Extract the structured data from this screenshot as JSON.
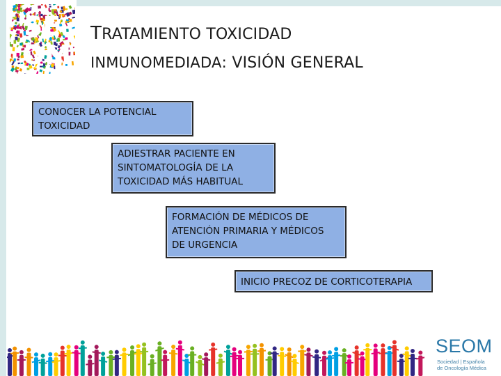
{
  "logo": {
    "text_top": "SE",
    "text_bottom": "OM"
  },
  "title": {
    "line1_initial": "T",
    "line1_rest": "RATAMIENTO TOXICIDAD",
    "line2_a": "INMUNOMEDIADA",
    "line2_b": ": VISIÓN GENERAL"
  },
  "steps": [
    {
      "lines": [
        "CONOCER LA POTENCIAL",
        "TOXICIDAD"
      ]
    },
    {
      "lines": [
        "ADIESTRAR PACIENTE EN",
        "SINTOMATOLOGÍA DE LA",
        "TOXICIDAD MÁS HABITUAL"
      ]
    },
    {
      "lines": [
        "FORMACIÓN DE MÉDICOS DE",
        "ATENCIÓN PRIMARIA Y MÉDICOS",
        "DE URGENCIA"
      ]
    },
    {
      "lines": [
        "INICIO PRECOZ DE CORTICOTERAPIA"
      ]
    }
  ],
  "brand": {
    "name": "SEOM",
    "sub_line1": "Sociedad | Española",
    "sub_line2": "de Oncología Médica"
  },
  "colors": {
    "step_fill": "#8fb0e4",
    "step_border": "#2a2a2a",
    "brand": "#2a78a8",
    "accent_bars": "#d7e9ea"
  },
  "icons": [
    "seom-logo-icon",
    "people-crowd-icon"
  ]
}
